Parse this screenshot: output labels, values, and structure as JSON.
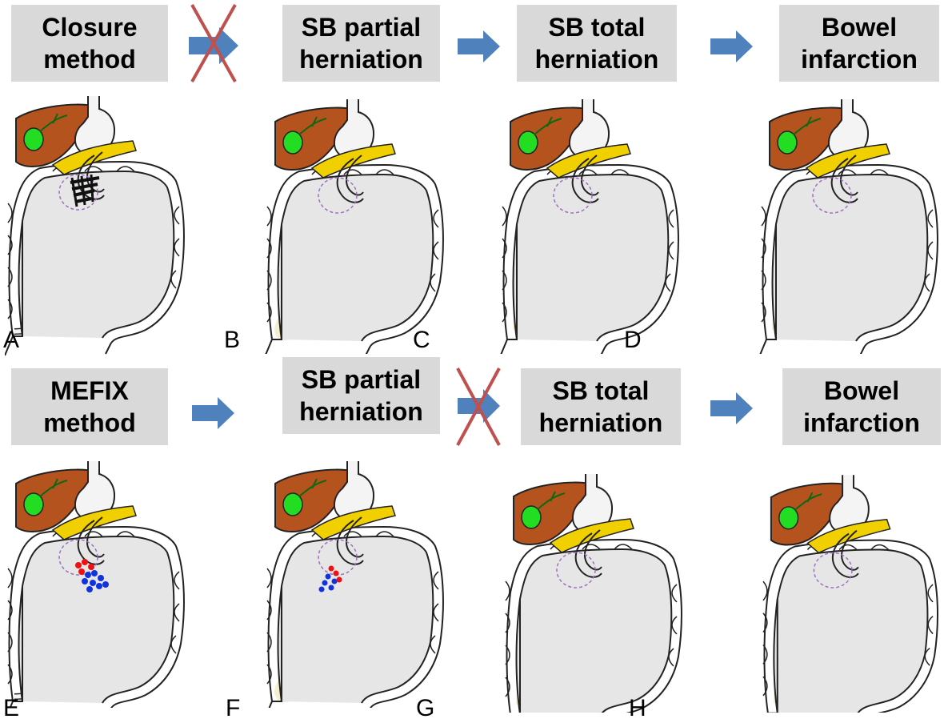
{
  "rows": [
    {
      "steps": [
        "Closure\nmethod",
        "SB partial\nherniation",
        "SB total\nherniation",
        "Bowel\ninfarction"
      ],
      "arrows": [
        {
          "blocked": true
        },
        {
          "blocked": false
        },
        {
          "blocked": false
        }
      ],
      "panel_labels": [
        "A",
        "B",
        "C",
        "D"
      ]
    },
    {
      "steps": [
        "MEFIX\nmethod",
        "SB partial\nherniation",
        "SB total\nherniation",
        "Bowel\ninfarction"
      ],
      "arrows": [
        {
          "blocked": false
        },
        {
          "blocked": true
        },
        {
          "blocked": false
        }
      ],
      "panel_labels": [
        "E",
        "F",
        "G",
        "H"
      ]
    }
  ],
  "colors": {
    "box": "#d9d9d9",
    "arrow": "#4f81bd",
    "strike": "#c0504d",
    "liver": "#b5531f",
    "gallbladder": "#22dd22",
    "pancreas": "#f0d000",
    "colon": "#e6e6e6",
    "mesentery": "#f6efcf",
    "bowel_ischemic": "#d98585",
    "bowel_infarcted": "#5a1010",
    "mefix_red": "#ee1111",
    "mefix_blue": "#1133dd"
  },
  "icons": {
    "arrow": "right-arrow-icon",
    "strike": "cross-icon"
  }
}
